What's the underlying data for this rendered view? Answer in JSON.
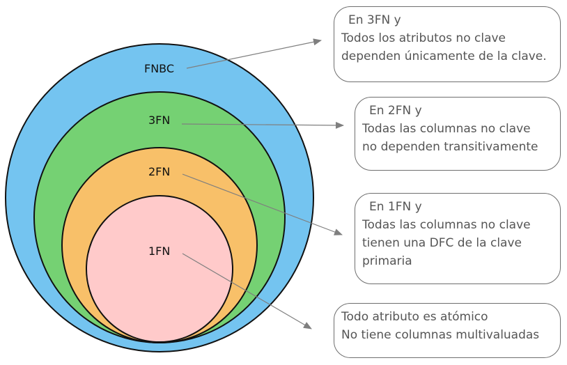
{
  "levels": {
    "fnbc": {
      "label": "FNBC",
      "color": "#74c4f0",
      "box": {
        "heading": "En 3FN y",
        "lines": [
          "Todos los atributos no clave",
          "dependen únicamente de la clave."
        ]
      }
    },
    "tfn": {
      "label": "3FN",
      "color": "#75d173",
      "box": {
        "heading": "En 2FN y",
        "lines": [
          "Todas las columnas no clave",
          "no dependen transitivamente"
        ]
      }
    },
    "sfn": {
      "label": "2FN",
      "color": "#f8c069",
      "box": {
        "heading": "En 1FN y",
        "lines": [
          "Todas las columnas no clave",
          "tienen una DFC de la clave",
          "primaria"
        ]
      }
    },
    "pfn": {
      "label": "1FN",
      "color": "#ffcaca",
      "box": {
        "heading": "Todo atributo es atómico",
        "lines": [
          "No tiene columnas multivaluadas"
        ]
      }
    }
  },
  "arrow_color": "#7f7f7f"
}
